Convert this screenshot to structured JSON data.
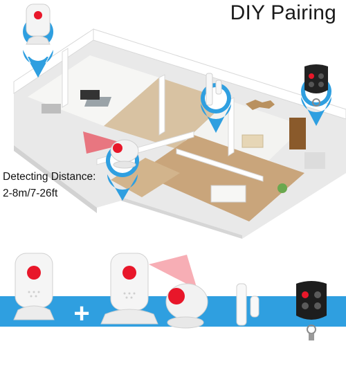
{
  "title": "DIY Pairing",
  "detection": {
    "label": "Detecting Distance:",
    "value": "2-8m/7-26ft"
  },
  "colors": {
    "accent_blue": "#2f9fe0",
    "device_white": "#f4f4f4",
    "indicator_red": "#e8172a",
    "floor_wood": "#c9a57b"
  },
  "plus_symbol": "+",
  "components": [
    {
      "icon": "receiver-chime-icon"
    },
    {
      "icon": "plus-icon"
    },
    {
      "icon": "receiver-chime-with-beam-icon"
    },
    {
      "icon": "motion-sensor-icon"
    },
    {
      "icon": "door-sensor-icon"
    },
    {
      "icon": "remote-keyfob-icon"
    }
  ]
}
